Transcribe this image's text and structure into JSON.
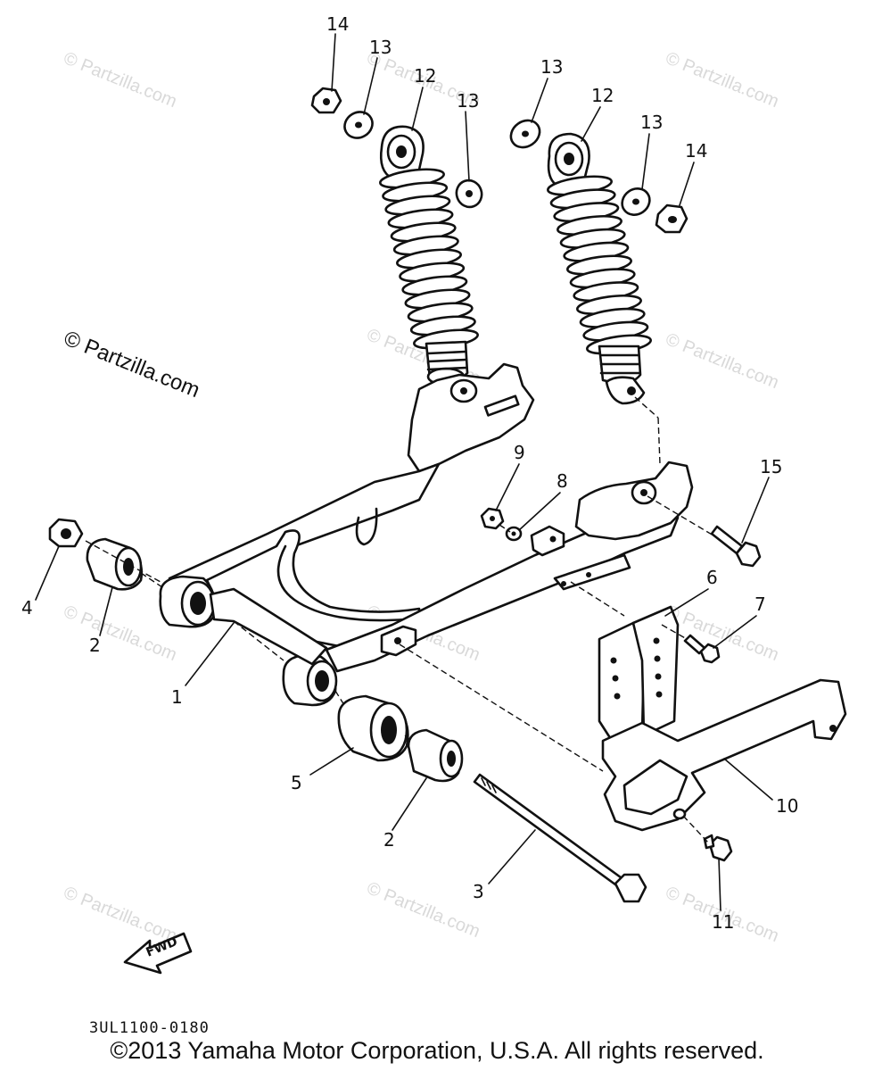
{
  "diagram": {
    "watermark": "© Partzilla.com",
    "callouts": [
      {
        "id": "c14a",
        "text": "14"
      },
      {
        "id": "c13a",
        "text": "13"
      },
      {
        "id": "c12a",
        "text": "12"
      },
      {
        "id": "c13b",
        "text": "13"
      },
      {
        "id": "c13c",
        "text": "13"
      },
      {
        "id": "c12b",
        "text": "12"
      },
      {
        "id": "c13d",
        "text": "13"
      },
      {
        "id": "c14b",
        "text": "14"
      },
      {
        "id": "c9",
        "text": "9"
      },
      {
        "id": "c8",
        "text": "8"
      },
      {
        "id": "c15",
        "text": "15"
      },
      {
        "id": "c6",
        "text": "6"
      },
      {
        "id": "c7",
        "text": "7"
      },
      {
        "id": "c4",
        "text": "4"
      },
      {
        "id": "c2a",
        "text": "2"
      },
      {
        "id": "c1",
        "text": "1"
      },
      {
        "id": "c5",
        "text": "5"
      },
      {
        "id": "c2b",
        "text": "2"
      },
      {
        "id": "c10",
        "text": "10"
      },
      {
        "id": "c3",
        "text": "3"
      },
      {
        "id": "c11",
        "text": "11"
      }
    ],
    "fwd_label": "FWD",
    "reference_code": "3UL1100-0180",
    "copyright": "©2013 Yamaha Motor Corporation, U.S.A. All rights reserved."
  }
}
